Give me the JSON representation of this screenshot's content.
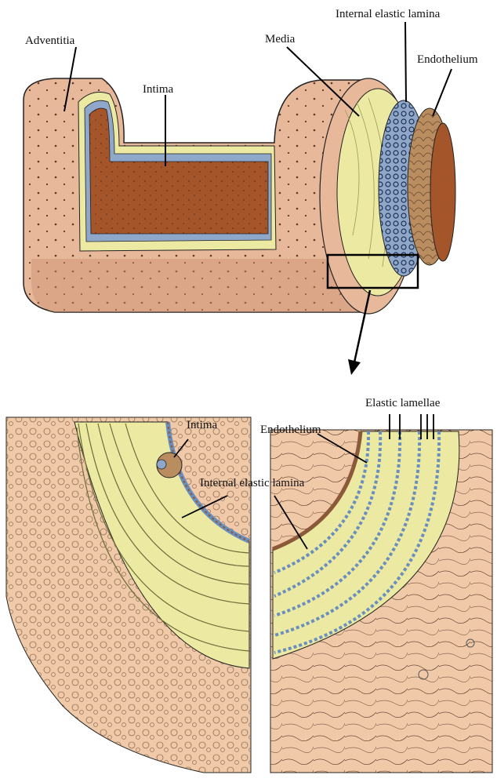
{
  "top_diagram": {
    "labels": {
      "adventitia": "Adventitia",
      "intima": "Intima",
      "media": "Media",
      "internal_elastic_lamina": "Internal elastic lamina",
      "endothelium": "Endothelium"
    }
  },
  "bottom_diagram": {
    "labels": {
      "intima": "Intima",
      "endothelium": "Endothelium",
      "internal_elastic_lamina": "Internal elastic lamina",
      "elastic_lamellae": "Elastic lamellae"
    }
  },
  "colors": {
    "adventitia": "#e8b89a",
    "adventitia_dark": "#c99070",
    "media": "#ece9a3",
    "elastic_lamina": "#8fa7c9",
    "lumen": "#a5552a",
    "endothelium": "#b98d5f",
    "section_tissue": "#f0c9a8",
    "outline": "#222222"
  }
}
